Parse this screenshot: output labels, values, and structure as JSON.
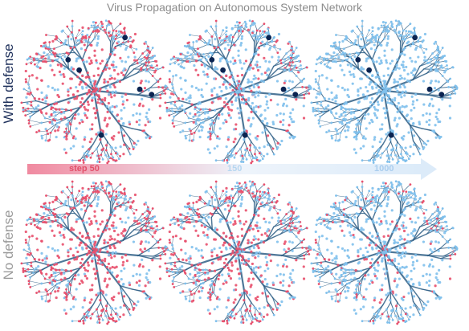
{
  "title": "Virus Propagation on Autonomous System Network",
  "rows": [
    {
      "label": "With defense",
      "defense": true
    },
    {
      "label": "No defense",
      "defense": false
    }
  ],
  "steps": [
    {
      "label": "step 50",
      "infected_share": 0.62
    },
    {
      "label": "150",
      "infected_share": 0.28
    },
    {
      "label": "1000",
      "infected_share": 0.0
    }
  ],
  "no_defense_infected_share": [
    0.72,
    0.55,
    0.18
  ],
  "colors": {
    "infected": "#e8506d",
    "healthy": "#7fc0ec",
    "edge": "#2f5f86",
    "defender": "#0b2451",
    "arrow_start": "#f08aa0",
    "arrow_end": "#dcebf9"
  }
}
